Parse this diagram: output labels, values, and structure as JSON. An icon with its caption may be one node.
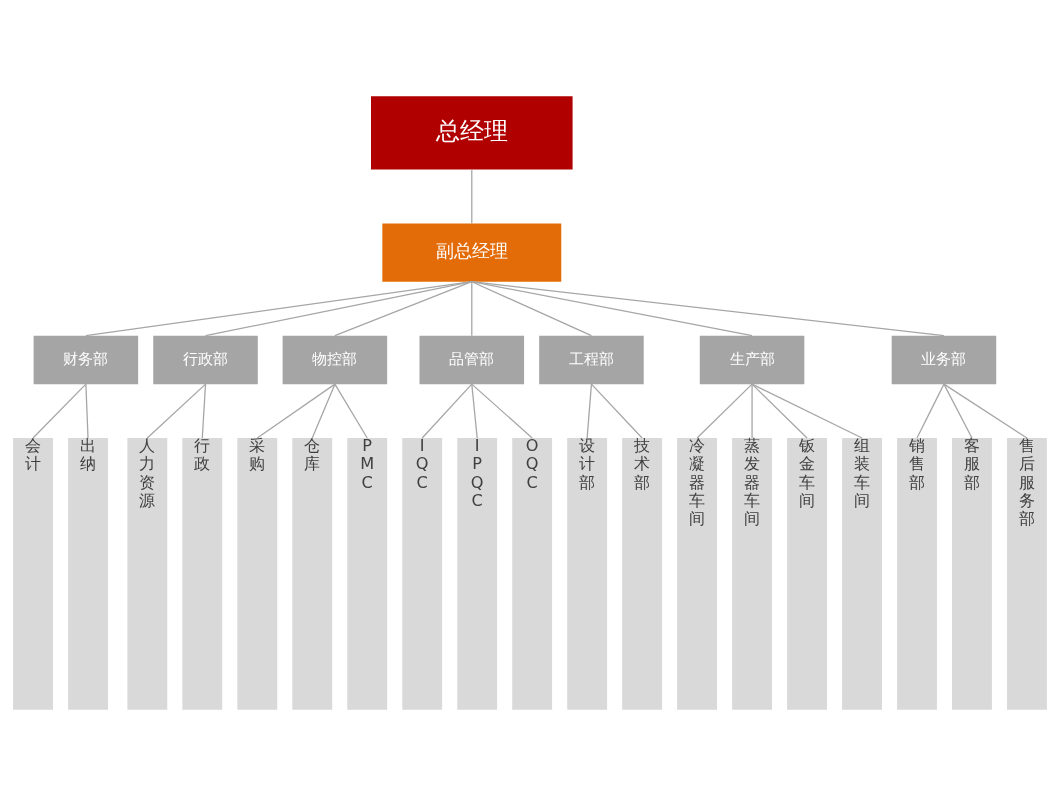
{
  "diagram": {
    "nodes": [
      {
        "text": [
          "总经理"
        ]
      },
      {
        "text": [
          "副总经理"
        ]
      },
      {
        "text": [
          "财务部"
        ]
      },
      {
        "text": [
          "行政部"
        ]
      },
      {
        "text": [
          "物控部"
        ]
      },
      {
        "text": [
          "品管部"
        ]
      },
      {
        "text": [
          "工程部"
        ]
      },
      {
        "text": [
          "生产部"
        ]
      },
      {
        "text": [
          "业务部"
        ]
      },
      {
        "text": [
          "会计"
        ]
      },
      {
        "text": [
          "出纳"
        ]
      },
      {
        "text": [
          "人力资源"
        ]
      },
      {
        "text": [
          "行政"
        ]
      },
      {
        "text": [
          "采购"
        ]
      },
      {
        "text": [
          "仓库"
        ]
      },
      {
        "text": [
          "PMC"
        ]
      },
      {
        "text": [
          "IQC"
        ]
      },
      {
        "text": [
          "IPQC"
        ]
      },
      {
        "text": [
          "OQC"
        ]
      },
      {
        "text": [
          "设计部"
        ]
      },
      {
        "text": [
          "技术部"
        ]
      },
      {
        "text": [
          "冷凝器车间"
        ]
      },
      {
        "text": [
          "蒸发器车间"
        ]
      },
      {
        "text": [
          "钣金车间"
        ]
      },
      {
        "text": [
          "组装车间"
        ]
      },
      {
        "text": [
          "销售部"
        ]
      },
      {
        "text": [
          "客服部"
        ]
      },
      {
        "text": [
          "售后服务部"
        ]
      }
    ],
    "edges": [
      {
        "from": 0,
        "to": 1,
        "arrow": "none"
      },
      {
        "from": 1,
        "to": 2,
        "arrow": "none"
      },
      {
        "from": 1,
        "to": 3,
        "arrow": "none"
      },
      {
        "from": 1,
        "to": 4,
        "arrow": "none"
      },
      {
        "from": 1,
        "to": 5,
        "arrow": "none"
      },
      {
        "from": 1,
        "to": 6,
        "arrow": "none"
      },
      {
        "from": 1,
        "to": 7,
        "arrow": "none"
      },
      {
        "from": 1,
        "to": 8,
        "arrow": "none"
      },
      {
        "from": 2,
        "to": 9,
        "arrow": "none"
      },
      {
        "from": 2,
        "to": 10,
        "arrow": "none"
      },
      {
        "from": 3,
        "to": 11,
        "arrow": "none"
      },
      {
        "from": 3,
        "to": 12,
        "arrow": "none"
      },
      {
        "from": 4,
        "to": 13,
        "arrow": "none"
      },
      {
        "from": 4,
        "to": 14,
        "arrow": "none"
      },
      {
        "from": 4,
        "to": 15,
        "arrow": "none"
      },
      {
        "from": 5,
        "to": 16,
        "arrow": "none"
      },
      {
        "from": 5,
        "to": 17,
        "arrow": "none"
      },
      {
        "from": 5,
        "to": 18,
        "arrow": "none"
      },
      {
        "from": 6,
        "to": 19,
        "arrow": "none"
      },
      {
        "from": 6,
        "to": 20,
        "arrow": "none"
      },
      {
        "from": 7,
        "to": 21,
        "arrow": "none"
      },
      {
        "from": 7,
        "to": 22,
        "arrow": "none"
      },
      {
        "from": 7,
        "to": 23,
        "arrow": "none"
      },
      {
        "from": 7,
        "to": 24,
        "arrow": "none"
      },
      {
        "from": 8,
        "to": 25,
        "arrow": "none"
      },
      {
        "from": 8,
        "to": 26,
        "arrow": "none"
      },
      {
        "from": 8,
        "to": 27,
        "arrow": "none"
      }
    ]
  }
}
